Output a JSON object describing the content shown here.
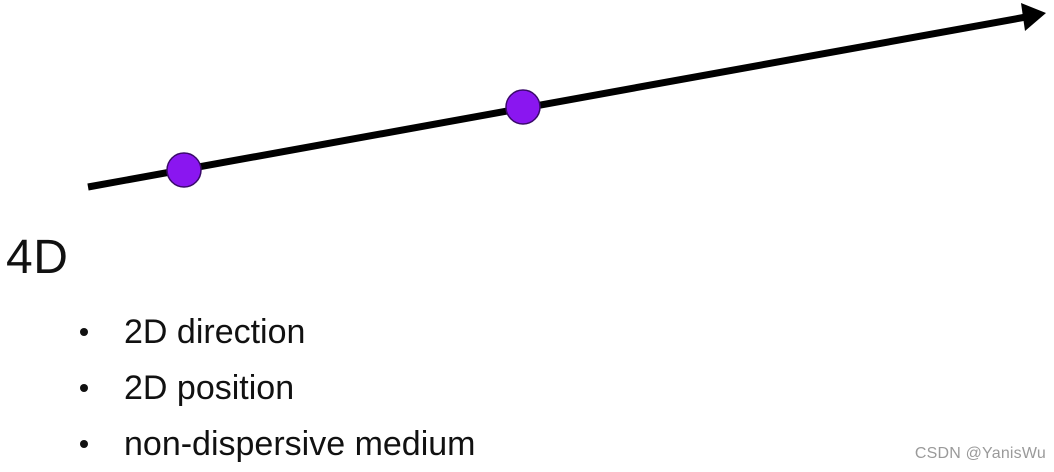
{
  "diagram": {
    "line_color": "#000000",
    "point_color": "#8a16f0",
    "point_stroke": "#3a0a6a"
  },
  "heading": "4D",
  "bullets": [
    "2D direction",
    "2D position",
    "non-dispersive medium"
  ],
  "watermark": "CSDN @YanisWu"
}
